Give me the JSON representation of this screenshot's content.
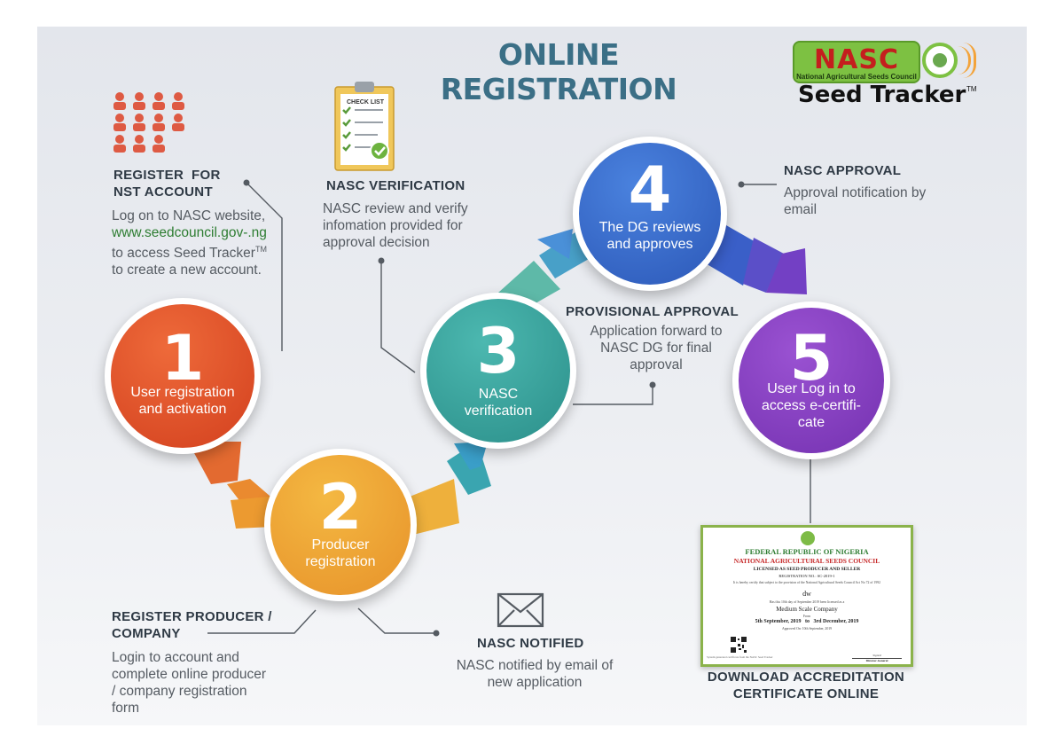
{
  "title": "ONLINE REGISTRATION",
  "logo": {
    "name": "NASC",
    "subtitle": "National Agricultural Seeds Council",
    "product": "Seed Tracker",
    "tm": "TM"
  },
  "checklist_label": "CHECK LIST",
  "colors": {
    "title": "#3b6f86",
    "step1": "#e2502b",
    "step2": "#eda72e",
    "step3": "#3aa49a",
    "step4": "#3a6fd0",
    "step5": "#8a3fc4"
  },
  "steps": [
    {
      "number": "1",
      "label": "User registration and activation"
    },
    {
      "number": "2",
      "label": "Producer registration"
    },
    {
      "number": "3",
      "label": "NASC verification"
    },
    {
      "number": "4",
      "label": "The DG reviews and approves"
    },
    {
      "number": "5",
      "label": "User Log in to access e-certifi-cate"
    }
  ],
  "annotations": {
    "register_account": {
      "heading_line1": "REGISTER  FOR",
      "heading_line2": "NST ACCOUNT",
      "text_before": "Log on to NASC website,",
      "link": "www.seedcouncil.gov-.ng",
      "text_after": "to access Seed Tracker",
      "tm": "TM",
      "text_end": " to create a new account."
    },
    "register_producer": {
      "heading": "REGISTER PRODUCER / COMPANY",
      "text": "Login to account and complete online producer / company registration form"
    },
    "nasc_verification": {
      "heading": "NASC VERIFICATION",
      "text": "NASC review  and verify infomation provided for approval decision"
    },
    "provisional_approval": {
      "heading": "PROVISIONAL APPROVAL",
      "text": "Application forward to NASC DG for final approval"
    },
    "nasc_approval": {
      "heading": "NASC APPROVAL",
      "text": "Approval notification by email"
    },
    "nasc_notified": {
      "heading": "NASC NOTIFIED",
      "text": "NASC notified by email of new application"
    },
    "download": {
      "heading": "DOWNLOAD ACCREDITATION CERTIFICATE ONLINE"
    }
  },
  "certificate": {
    "line1": "FEDERAL REPUBLIC OF NIGERIA",
    "line2": "NATIONAL AGRICULTURAL SEEDS COUNCIL",
    "line3": "LICENSED AS SEED PRODUCER AND SELLER",
    "reg": "REGISTRATION NO.: SC-2019-1",
    "certify": "It is hereby certify that subject to the provision of the National Agricultural Seeds Council Act No 72 of 1992",
    "name": "dw",
    "has_this": "Has this 10th day of September 2019 been licensed as a",
    "company": "Medium Scale Company",
    "from": "From",
    "dates": "5th September, 2019   to   3rd December, 2019",
    "approved": "Approved On: 10th September, 2019",
    "footer_left": "System generated certificate from the NASC Seed Tracker",
    "signed": "Signed",
    "footer_right": "Director-General"
  }
}
